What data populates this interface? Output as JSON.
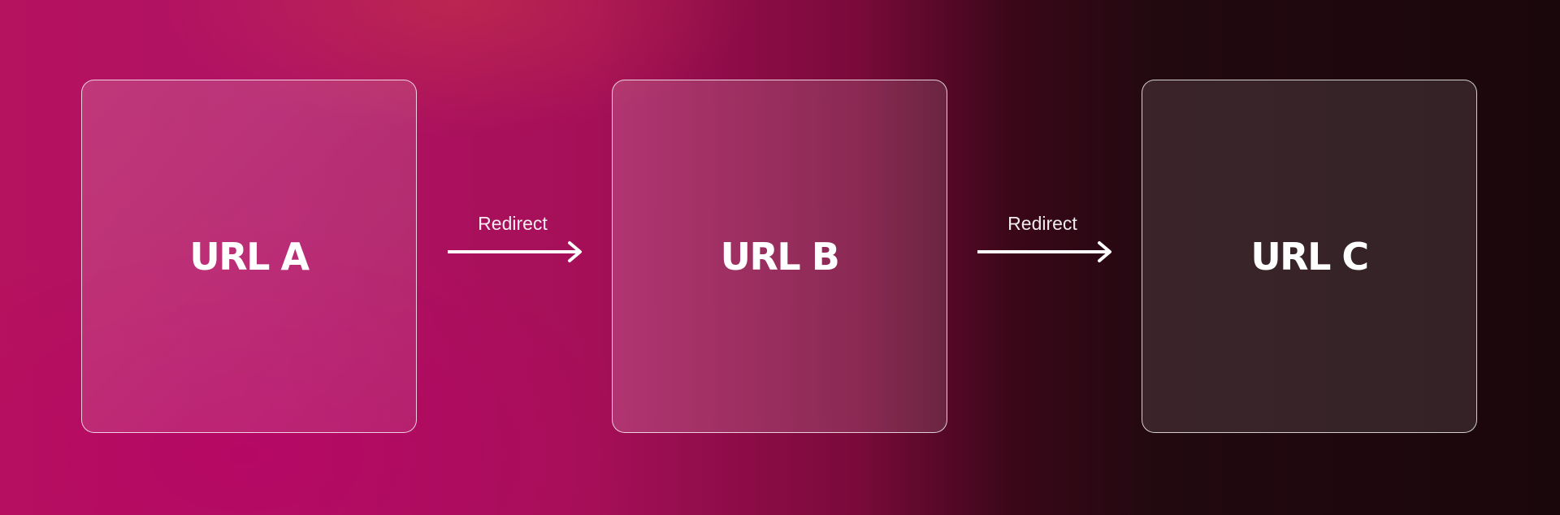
{
  "diagram": {
    "nodes": [
      {
        "id": "a",
        "label": "URL A"
      },
      {
        "id": "b",
        "label": "URL B"
      },
      {
        "id": "c",
        "label": "URL C"
      }
    ],
    "edges": [
      {
        "from": "a",
        "to": "b",
        "label": "Redirect"
      },
      {
        "from": "b",
        "to": "c",
        "label": "Redirect"
      }
    ]
  },
  "colors": {
    "background_left": "#b5125f",
    "background_right": "#1a070b",
    "text": "#ffffff",
    "card_border": "#ffffff"
  }
}
